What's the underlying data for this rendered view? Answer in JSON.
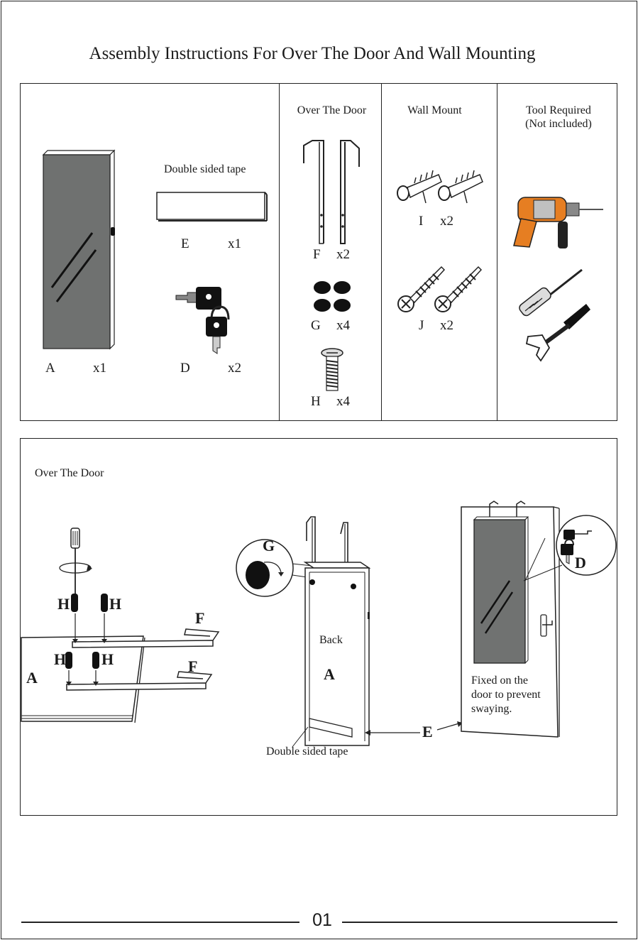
{
  "title": "Assembly Instructions For Over The Door And Wall Mounting",
  "parts": {
    "headers": {
      "over_the_door": "Over The Door",
      "wall_mount": "Wall Mount",
      "tool_required": "Tool Required",
      "not_included": "(Not included)"
    },
    "tape_caption": "Double sided tape",
    "items": [
      {
        "letter": "A",
        "qty": "x1"
      },
      {
        "letter": "E",
        "qty": "x1"
      },
      {
        "letter": "D",
        "qty": "x2"
      },
      {
        "letter": "F",
        "qty": "x2"
      },
      {
        "letter": "G",
        "qty": "x4"
      },
      {
        "letter": "H",
        "qty": "x4"
      },
      {
        "letter": "I",
        "qty": "x2"
      },
      {
        "letter": "J",
        "qty": "x2"
      }
    ]
  },
  "steps": {
    "heading": "Over The Door",
    "callouts": {
      "h": "H",
      "f": "F",
      "a": "A",
      "g": "G",
      "d": "D",
      "e": "E"
    },
    "back_label": "Back",
    "tape_label": "Double sided tape",
    "note_lines": [
      "Fixed on the",
      "door to prevent",
      "swaying."
    ]
  },
  "footer": {
    "page_number": "01"
  }
}
